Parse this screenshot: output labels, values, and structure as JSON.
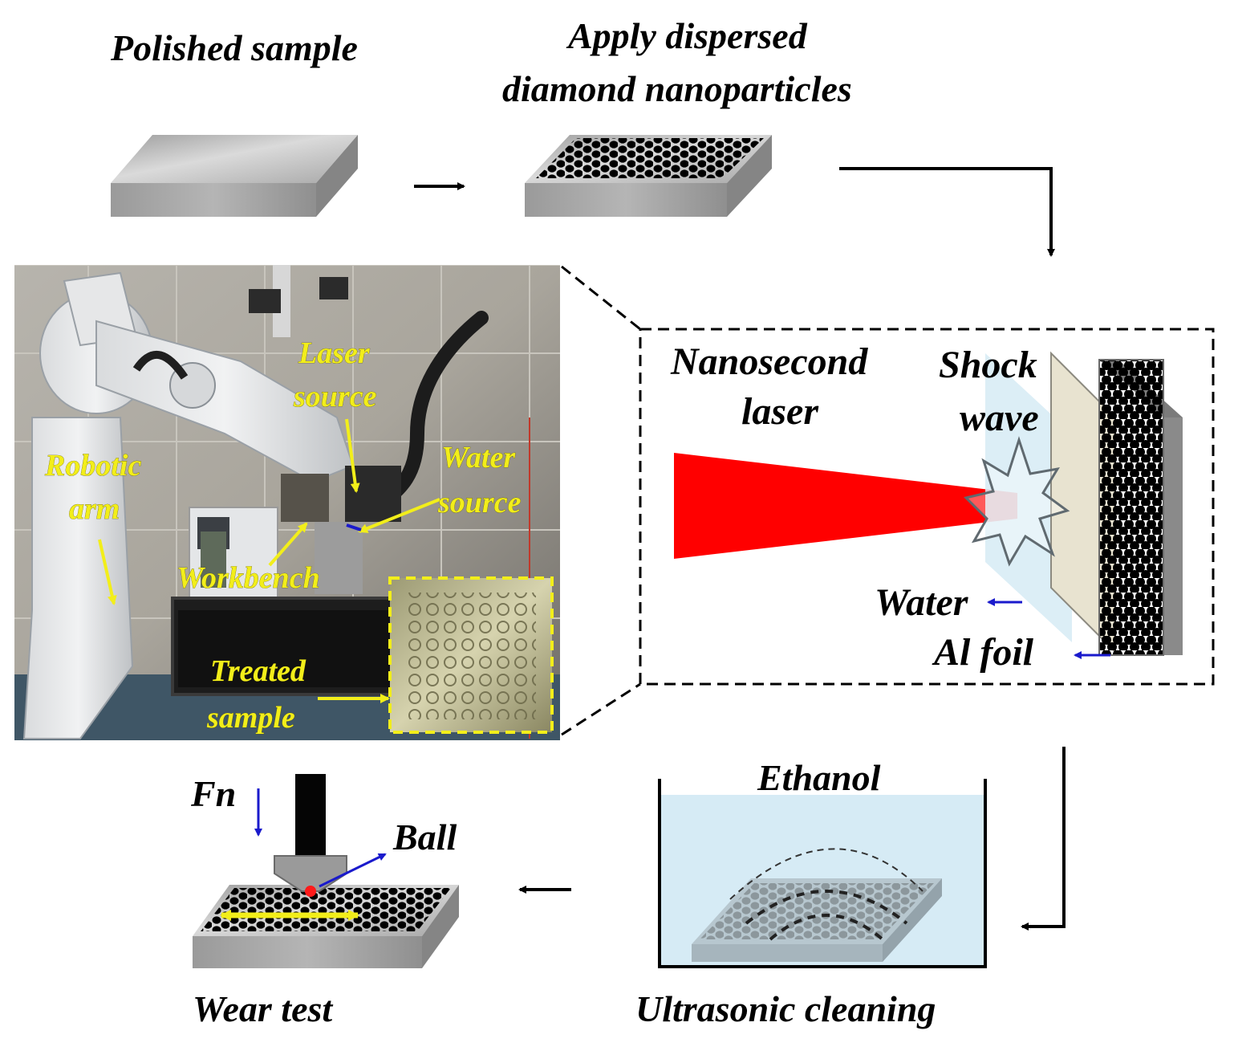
{
  "steps": {
    "polished_sample": "Polished sample",
    "apply_line1": "Apply dispersed",
    "apply_line2": "diamond nanoparticles",
    "wear_test": "Wear test",
    "ultrasonic_cleaning": "Ultrasonic cleaning"
  },
  "laser_panel": {
    "laser_line1": "Nanosecond",
    "laser_line2": "laser",
    "shock_line1": "Shock",
    "shock_line2": "wave",
    "water": "Water",
    "al_foil": "Al foil"
  },
  "photo_labels": {
    "laser_source_line1": "Laser",
    "laser_source_line2": "source",
    "water_source_line1": "Water",
    "water_source_line2": "source",
    "robotic_arm_line1": "Robotic",
    "robotic_arm_line2": "arm",
    "workbench": "Workbench",
    "treated_sample_line1": "Treated",
    "treated_sample_line2": "sample"
  },
  "cleaning": {
    "ethanol": "Ethanol"
  },
  "wear": {
    "force": "Fn",
    "ball": "Ball"
  },
  "colors": {
    "laser_red": "#ff0000",
    "arrow_blue": "#1a1acc",
    "label_yellow": "#f2ee1a",
    "water_blue": "#d6ebf5",
    "foil_beige": "#e8e3d0"
  }
}
